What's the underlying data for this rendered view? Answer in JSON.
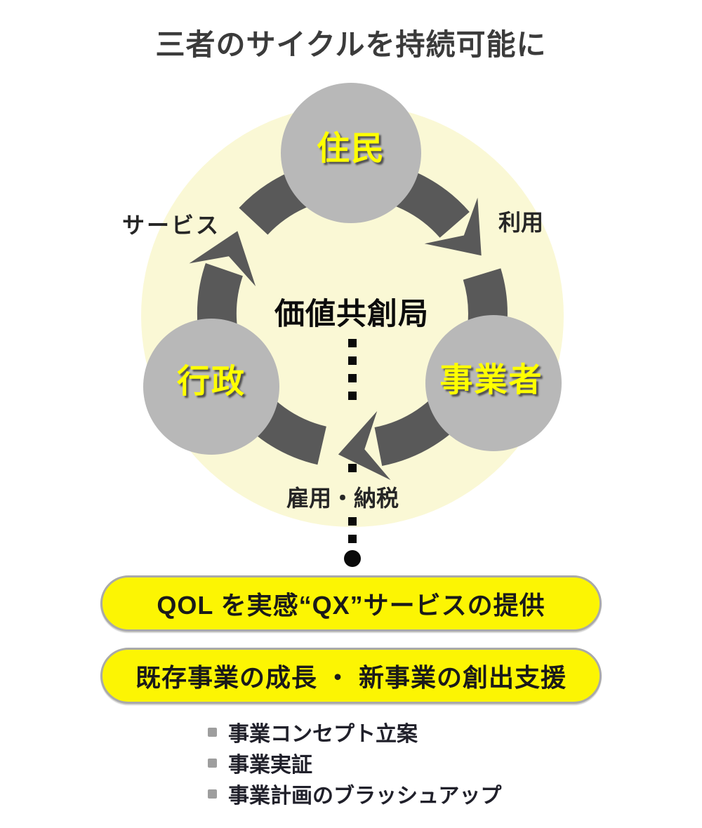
{
  "title": "三者のサイクルを持続可能に",
  "cycle": {
    "center_label": "価値共創局",
    "nodes": [
      {
        "id": "residents",
        "label": "住民"
      },
      {
        "id": "government",
        "label": "行政"
      },
      {
        "id": "business",
        "label": "事業者"
      }
    ],
    "edges": [
      {
        "from": "行政",
        "to": "住民",
        "label": "サービス"
      },
      {
        "from": "住民",
        "to": "事業者",
        "label": "利用"
      },
      {
        "from": "事業者",
        "to": "行政",
        "label": "雇用・納税"
      }
    ]
  },
  "pills": [
    {
      "label": "QOL を実感“QX”サービスの提供"
    },
    {
      "label": "既存事業の成長 ・ 新事業の創出支援"
    }
  ],
  "bullets": [
    "事業コンセプト立案",
    "事業実証",
    "事業計画のブラッシュアップ"
  ],
  "colors": {
    "background": "#FFFFFF",
    "halo_yellow": "#FAF8D5",
    "node_gray": "#B8B8B8",
    "arrow_gray": "#595959",
    "node_label_yellow": "#FFFF00",
    "pill_fill": "#FCF503",
    "pill_border": "#A9A9A9",
    "title_gray": "#3B3B3B",
    "connector_black": "#0A0A0A"
  }
}
